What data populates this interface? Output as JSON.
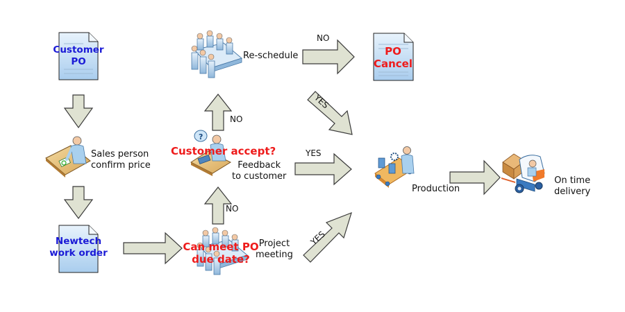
{
  "diagram": {
    "nodes": {
      "customer_po": {
        "line1": "Customer",
        "line2": "PO",
        "icon": "document-icon"
      },
      "sales_person": {
        "line1": "Sales person",
        "line2": "confirm price",
        "icon": "person-at-desk-icon"
      },
      "work_order": {
        "line1": "Newtech",
        "line2": "work order",
        "icon": "document-icon"
      },
      "project_meeting": {
        "line1": "Project",
        "line2": "meeting",
        "question_line1": "Can meet PO",
        "question_line2": "due date?",
        "icon": "meeting-table-icon"
      },
      "feedback": {
        "line1": "Feedback",
        "line2": "to customer",
        "question": "Customer accept?",
        "icon": "person-on-phone-icon"
      },
      "reschedule": {
        "label": "Re-schedule",
        "icon": "meeting-table-icon"
      },
      "po_cancel": {
        "line1": "PO",
        "line2": "Cancel",
        "icon": "document-icon"
      },
      "production": {
        "label": "Production",
        "icon": "conveyor-worker-icon"
      },
      "delivery": {
        "line1": "On time",
        "line2": "delivery",
        "icon": "forklift-icon"
      }
    },
    "edges": {
      "reschedule_to_cancel": "NO",
      "reschedule_to_production": "YES",
      "feedback_to_production": "YES",
      "meeting_to_production": "YES",
      "feedback_to_reschedule": "NO",
      "meeting_to_feedback": "NO"
    },
    "colors": {
      "arrow_fill": "#dfe2d2",
      "arrow_stroke": "#3a3a3a",
      "doc_fill": "#cfe4f7",
      "doc_text": "#1a1ad6",
      "question_text": "#ee1b1b"
    }
  }
}
